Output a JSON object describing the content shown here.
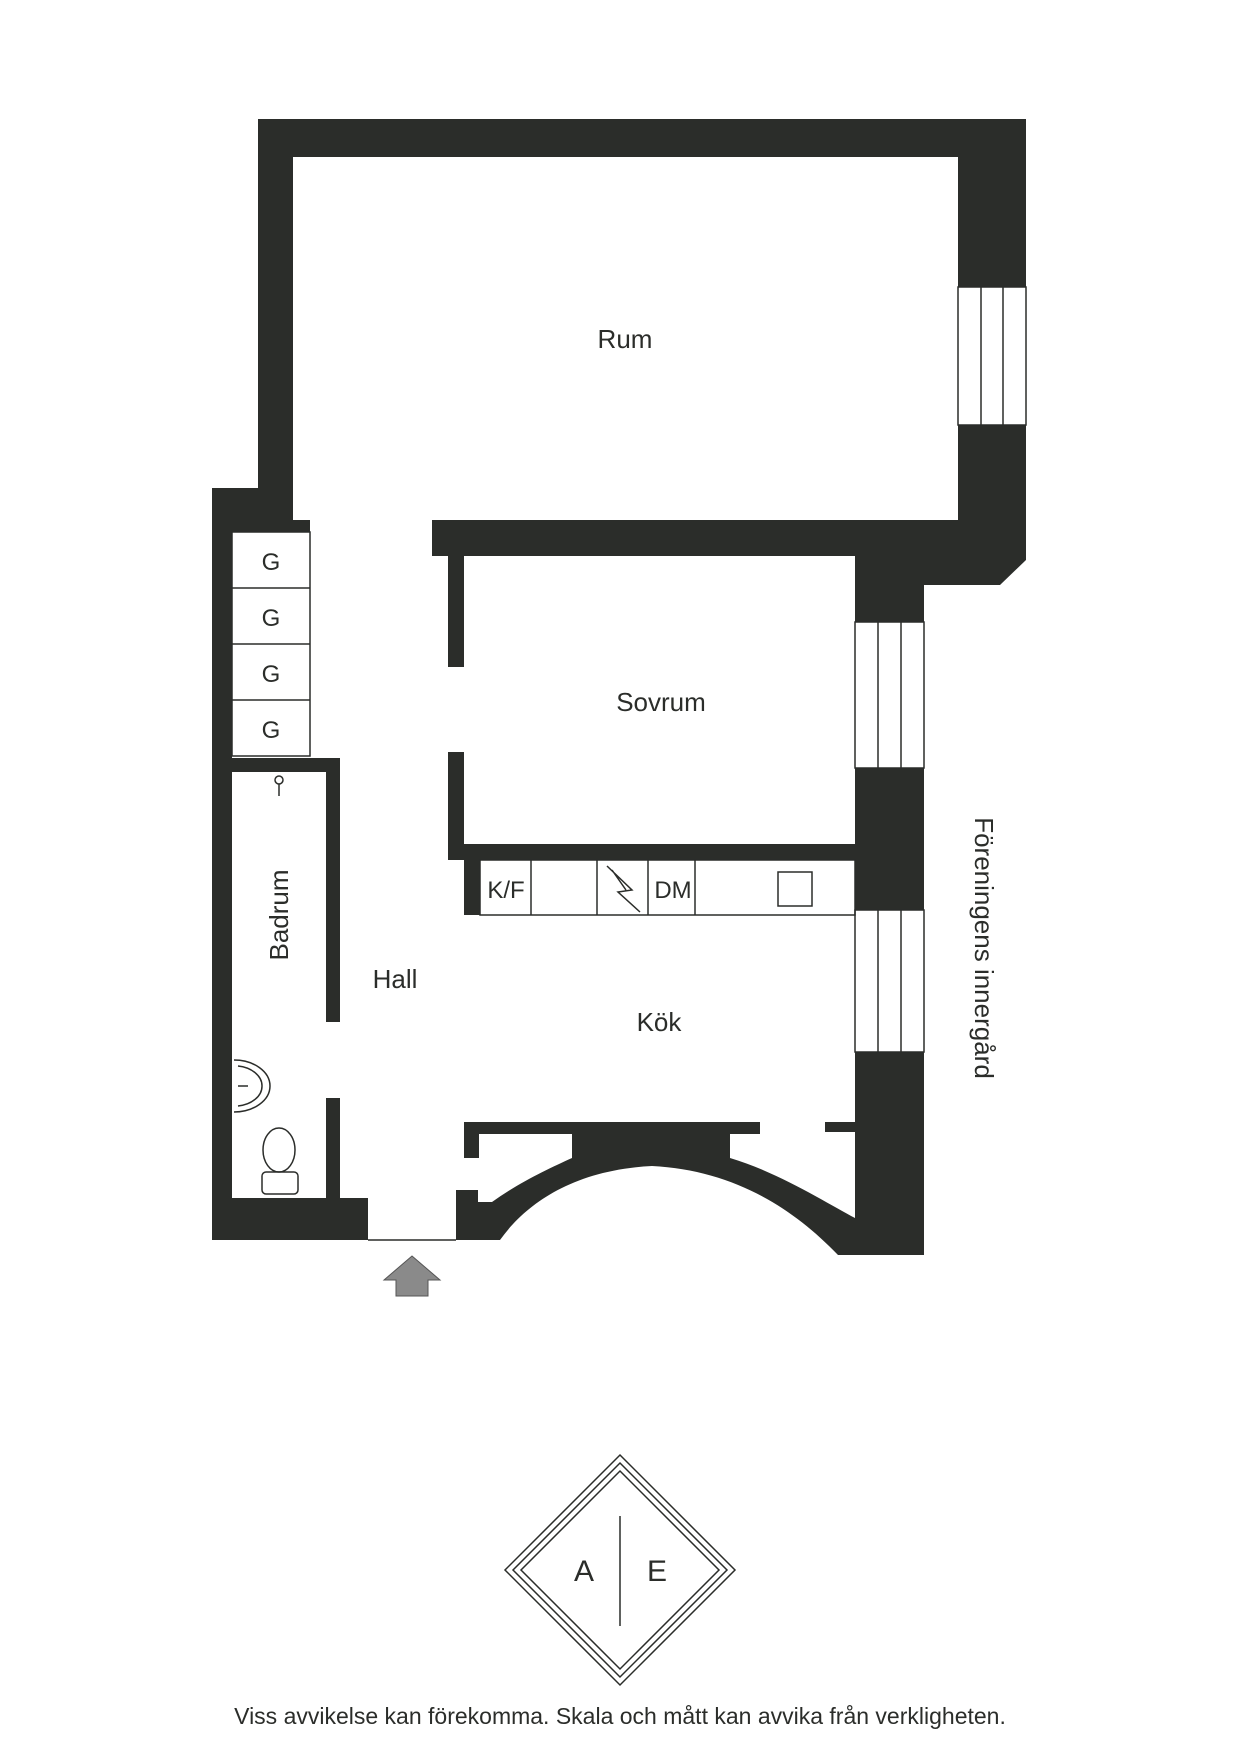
{
  "rooms": {
    "rum": "Rum",
    "sovrum": "Sovrum",
    "hall": "Hall",
    "kok": "Kök",
    "badrum": "Badrum"
  },
  "wardrobes": [
    "G",
    "G",
    "G",
    "G"
  ],
  "kitchen_units": {
    "fridge_freezer": "K/F",
    "dishwasher": "DM"
  },
  "courtyard_label": "Föreningens innergård",
  "logo": {
    "left": "A",
    "right": "E"
  },
  "disclaimer": "Viss avvikelse kan förekomma. Skala och mått kan avvika från verkligheten.",
  "colors": {
    "wall": "#2b2d2a",
    "entrance_arrow": "#8a8a8a",
    "background": "#ffffff"
  }
}
